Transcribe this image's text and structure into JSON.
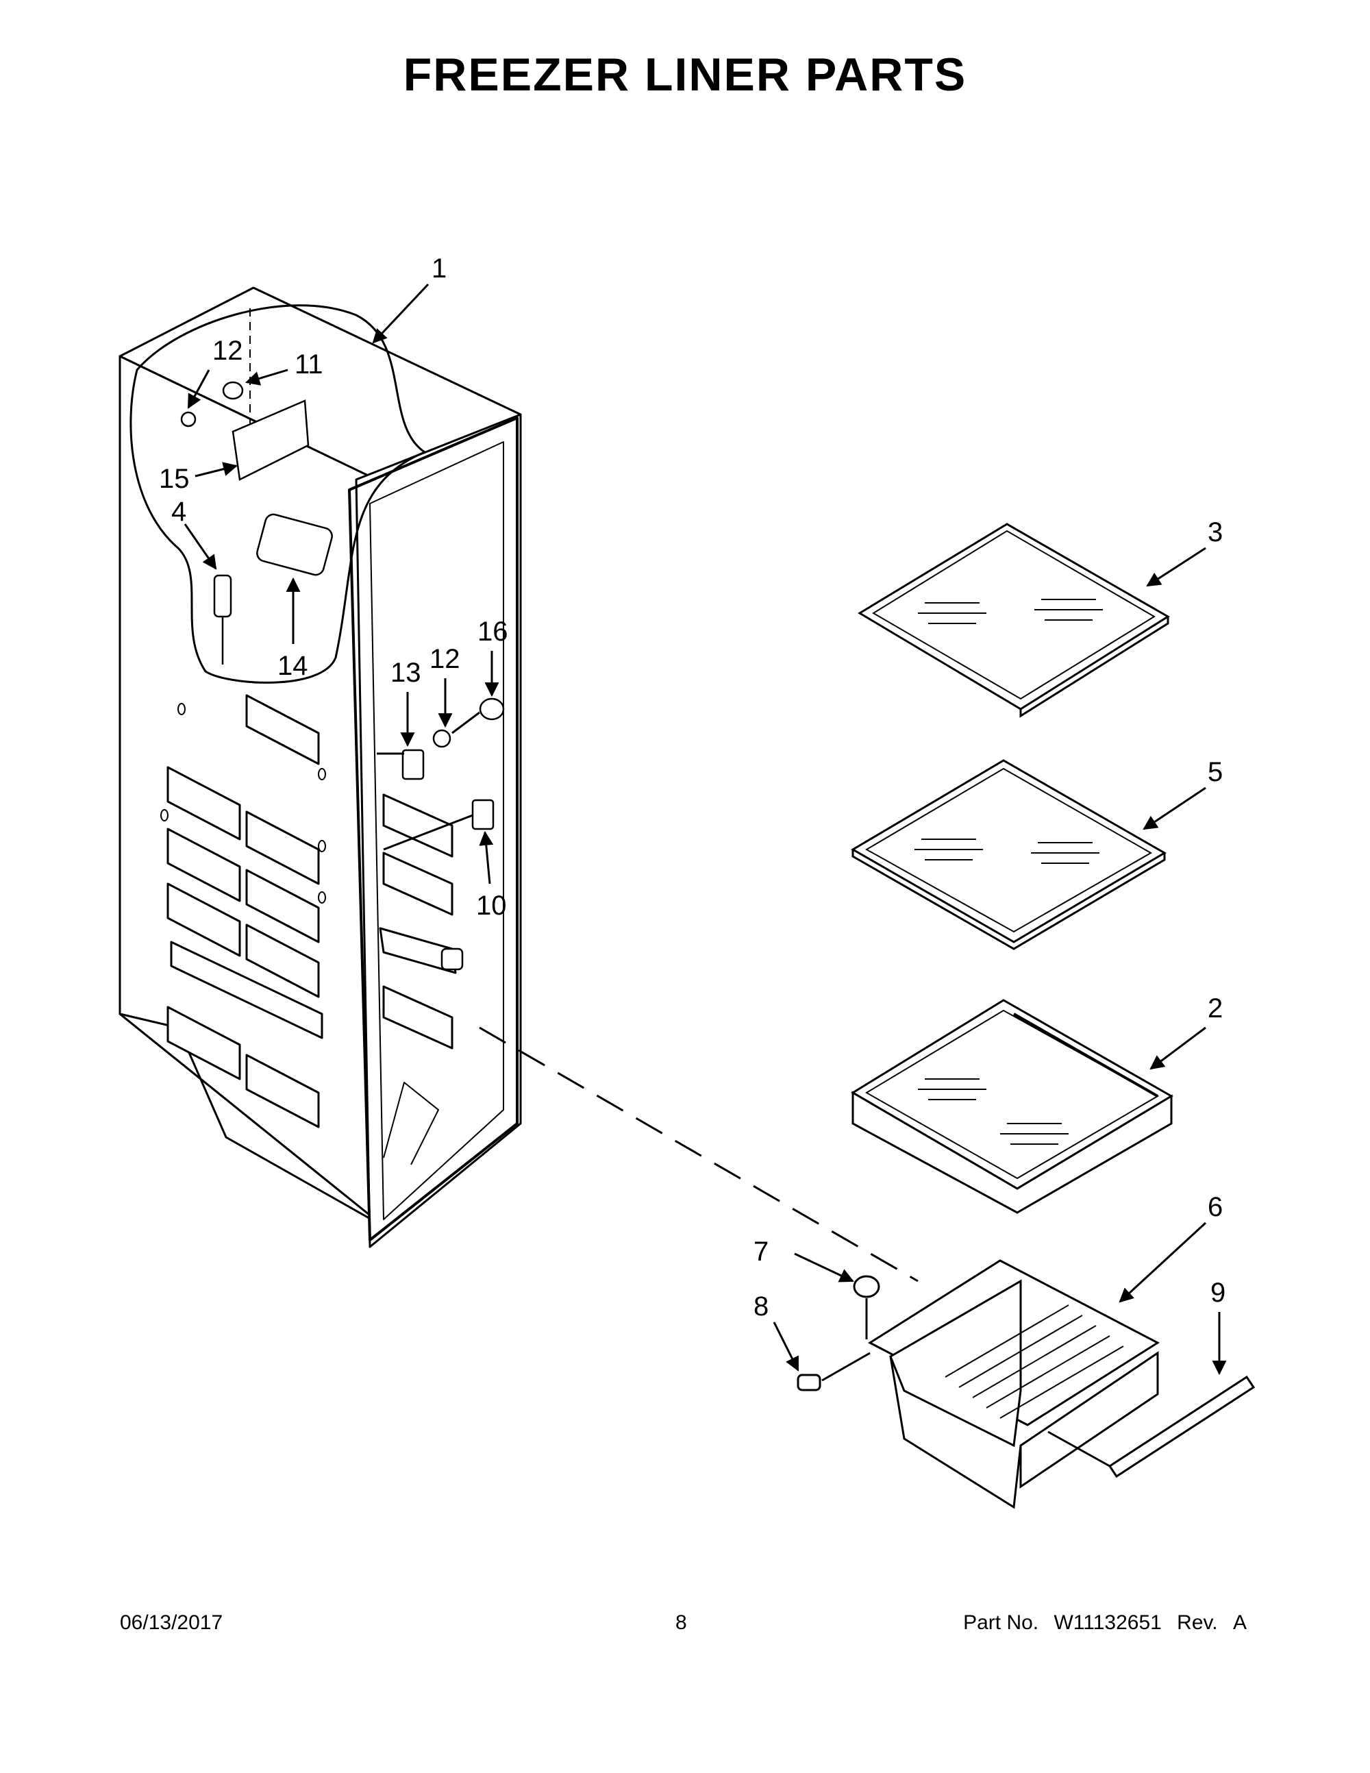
{
  "title": "FREEZER LINER PARTS",
  "callouts": [
    "1",
    "2",
    "3",
    "4",
    "5",
    "6",
    "7",
    "8",
    "9",
    "10",
    "11",
    "12",
    "12",
    "13",
    "14",
    "15",
    "16"
  ],
  "footer": {
    "date": "06/13/2017",
    "page": "8",
    "part_label": "Part No.",
    "part_number": "W11132651",
    "rev_label": "Rev.",
    "rev": "A"
  }
}
